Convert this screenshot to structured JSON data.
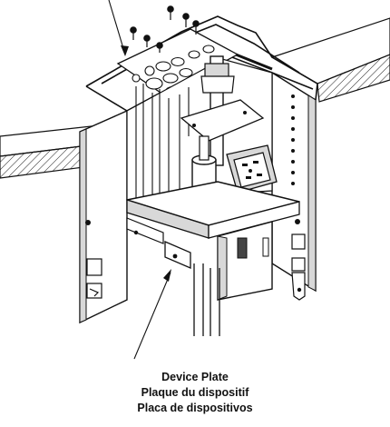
{
  "labels": {
    "line1": "Device Plate",
    "line2": "Plaque du dispositif",
    "line3": "Placa de dispositivos"
  },
  "colors": {
    "ink": "#111111",
    "paper": "#ffffff",
    "shade": "#d8d8d8",
    "dark": "#444444"
  }
}
